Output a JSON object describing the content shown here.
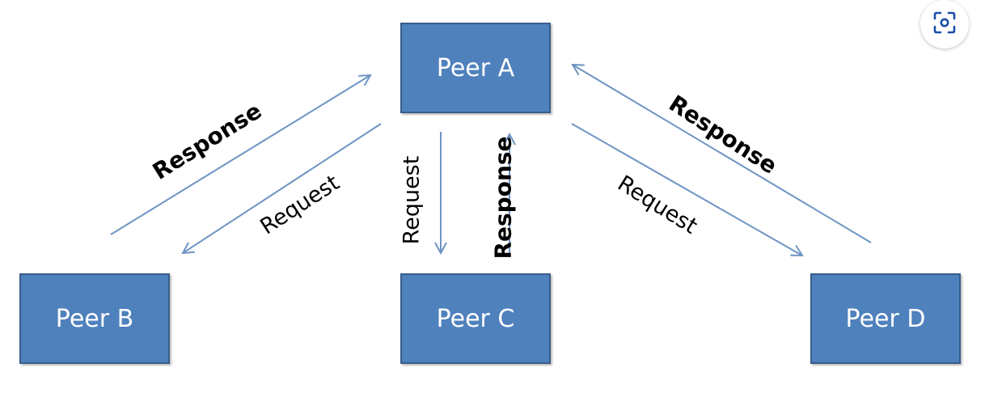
{
  "colors": {
    "box_fill": "#4f81bd",
    "arrow": "#6e94c3"
  },
  "peers": {
    "a": "Peer A",
    "b": "Peer B",
    "c": "Peer C",
    "d": "Peer D"
  },
  "labels": {
    "response_ab": "Response",
    "request_ab": "Request",
    "request_ac": "Request",
    "response_ac": "Response",
    "response_ad": "Response",
    "request_ad": "Request"
  },
  "icons": {
    "visual_search": "visual-search-icon"
  }
}
